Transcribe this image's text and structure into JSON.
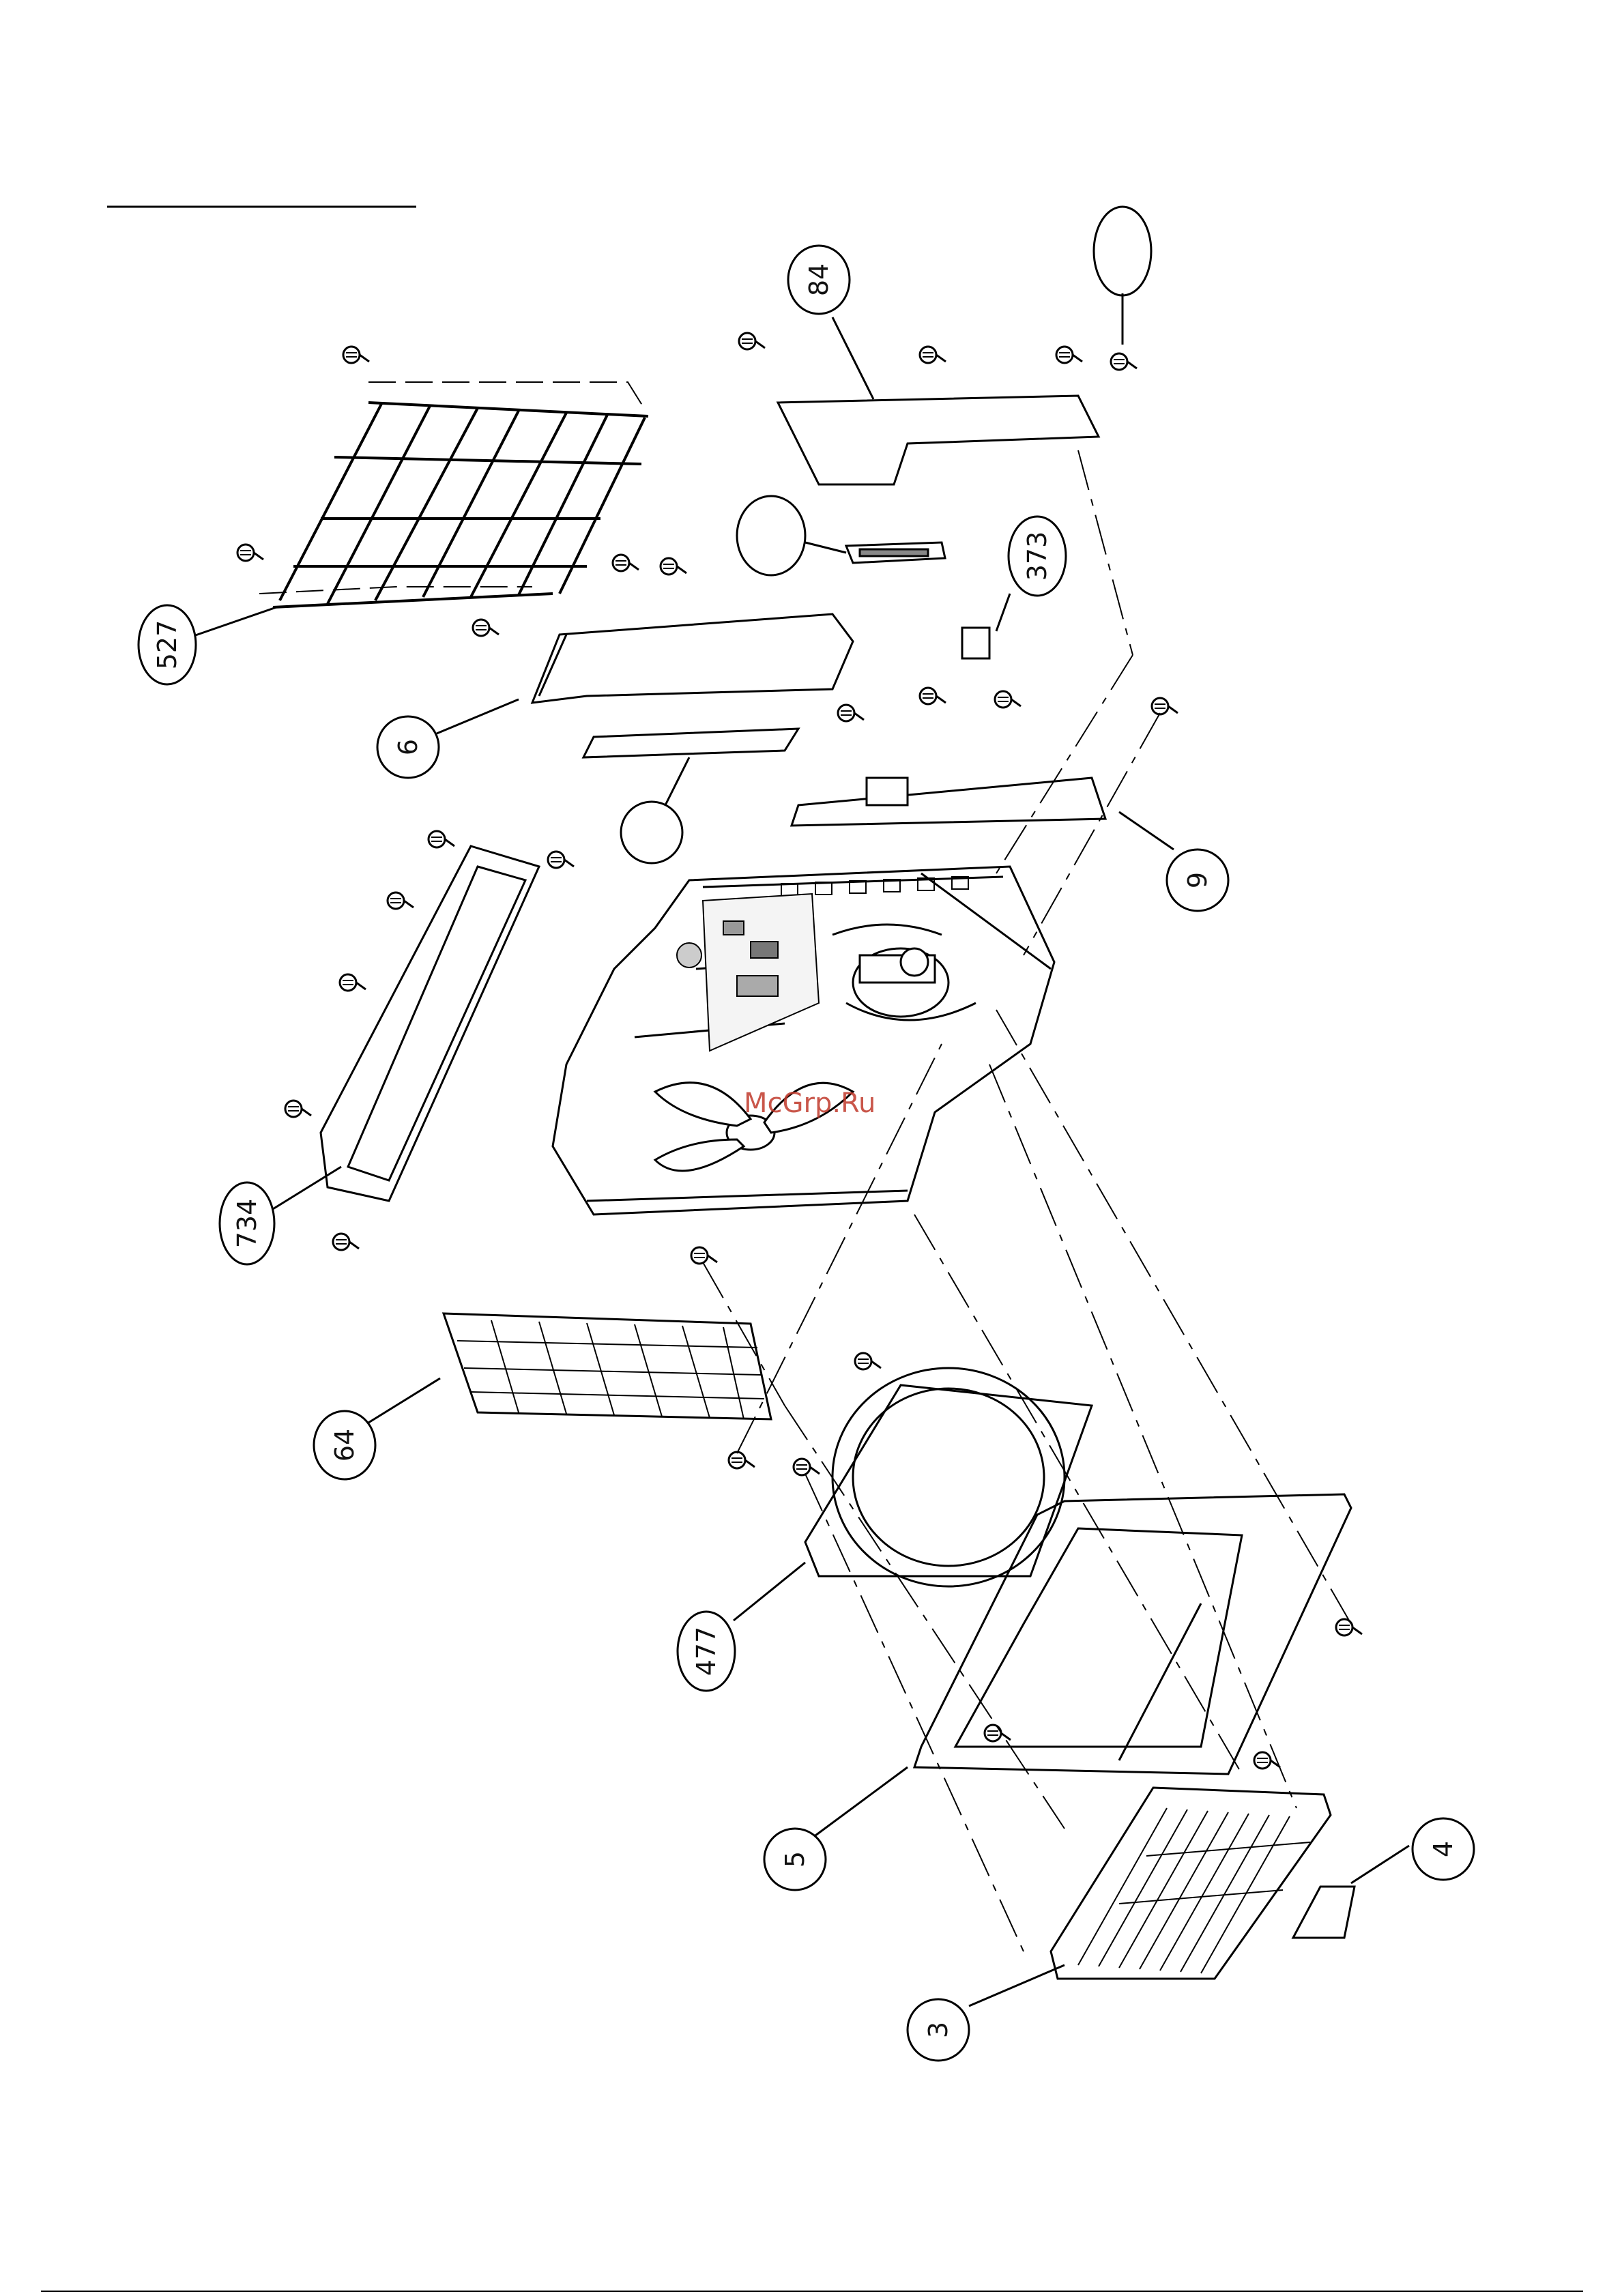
{
  "watermark": "McGrp.Ru",
  "callouts": {
    "c527": "527",
    "c6": "6",
    "c734": "734",
    "c64": "64",
    "c477": "477",
    "c5": "5",
    "c3": "3",
    "c4": "4",
    "c9": "9",
    "c373": "373",
    "c84": "84"
  }
}
